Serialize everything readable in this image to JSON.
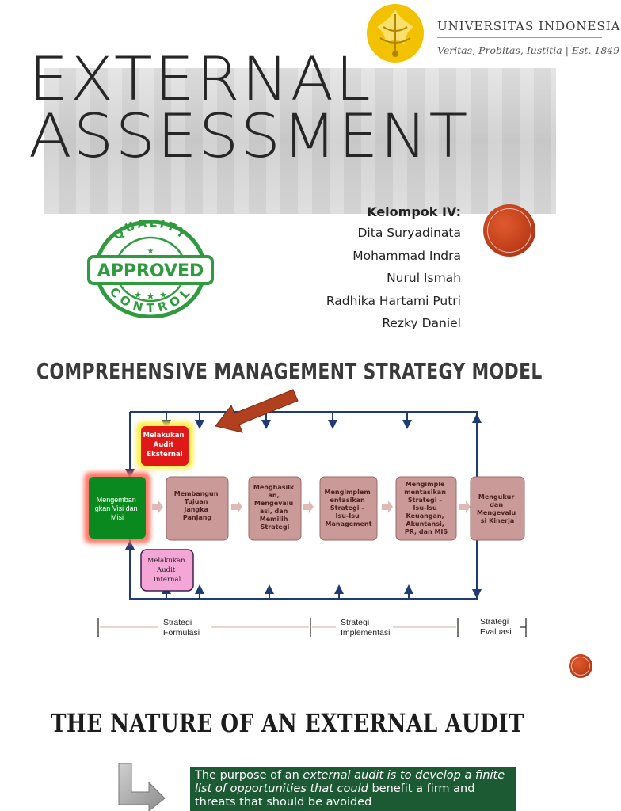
{
  "slide1": {
    "title_line1": "EXTERNAL",
    "title_line2": "ASSESSMENT",
    "university_name": "UNIVERSITAS INDONESIA",
    "university_motto": "Veritas, Probitas, Iustitia | Est. 1849",
    "group_heading": "Kelompok IV:",
    "members": [
      "Dita Suryadinata",
      "Mohammad Indra",
      "Nurul Ismah",
      "Radhika Hartami Putri",
      "Rezky Daniel"
    ],
    "stamp": {
      "top_text": "QUALITY",
      "middle_text": "APPROVED",
      "bottom_text": "CONTROL"
    },
    "colors": {
      "accent_dot": "#c0401c",
      "stamp_green": "#2f9a3e",
      "logo_gold": "#f2c200"
    }
  },
  "slide2": {
    "title": "COMPREHENSIVE MANAGEMENT STRATEGY MODEL",
    "boxes": {
      "audit_external": [
        "Melakukan",
        "Audit",
        "Eksternal"
      ],
      "vision": [
        "Mengemban",
        "gkan Visi dan",
        "Misi"
      ],
      "audit_internal": [
        "Melakukan",
        "Audit",
        "Internal"
      ],
      "step1": [
        "Membangun",
        "Tujuan",
        "Jangka",
        "Panjang"
      ],
      "step2": [
        "Menghasilk",
        "an,",
        "Mengevalu",
        "asi, dan",
        "Memilih",
        "Strategi"
      ],
      "step3": [
        "Mengimplem",
        "entasikan",
        "Strategi –",
        "Isu-Isu",
        "Management"
      ],
      "step4": [
        "Mengimple",
        "mentasikan",
        "Strategi –",
        "Isu-Isu",
        "Keuangan,",
        "Akuntansi,",
        "PR, dan MIS"
      ],
      "step5": [
        "Mengukur",
        "dan",
        "Mengevalu",
        "si Kinerja"
      ]
    },
    "stages": {
      "formulation": [
        "Strategi",
        "Formulasi"
      ],
      "implementation": [
        "Strategi",
        "Implementasi"
      ],
      "evaluation": [
        "Strategi",
        "Evaluasi"
      ]
    },
    "colors": {
      "flow_line": "#1f3b73",
      "step_box": "#c99a98",
      "vision_box": "#0a8a1e",
      "audit_ext_box": "#e01818",
      "audit_int_box": "#f4a6d6",
      "pointer_arrow": "#b1401f"
    }
  },
  "slide3": {
    "title": "THE NATURE OF AN EXTERNAL AUDIT",
    "purpose_parts": [
      {
        "text": "The purpose of an ",
        "italic": false
      },
      {
        "text": "external audit is to develop a finite list of opportunities that could ",
        "italic": true
      },
      {
        "text": "benefit a firm and threats that should be avoided",
        "italic": false
      }
    ],
    "colors": {
      "purpose_box": "#1c5a33"
    }
  }
}
